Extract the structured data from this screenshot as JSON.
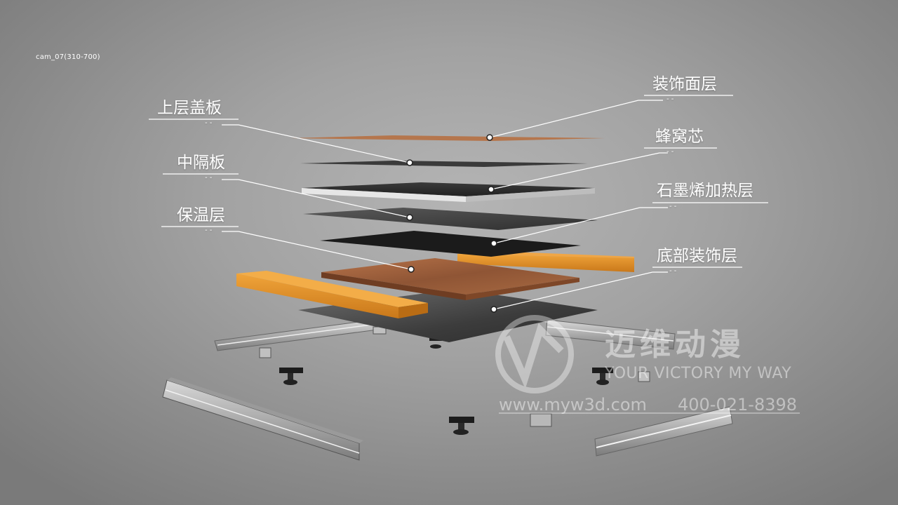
{
  "camera_tag": "cam_07(310-700)",
  "labels_left": [
    {
      "id": "top-cover",
      "text": "上层盖板",
      "dash": "- -"
    },
    {
      "id": "mid-board",
      "text": "中隔板",
      "dash": "- -"
    },
    {
      "id": "insulation",
      "text": "保温层",
      "dash": "- -"
    }
  ],
  "labels_right": [
    {
      "id": "deco-surface",
      "text": "装饰面层",
      "dash": "- -"
    },
    {
      "id": "honeycomb",
      "text": "蜂窝芯",
      "dash": "- -"
    },
    {
      "id": "graphene-heat",
      "text": "石墨烯加热层",
      "dash": "- -"
    },
    {
      "id": "bottom-deco",
      "text": "底部装饰层",
      "dash": "- -"
    }
  ],
  "watermark": {
    "title": "迈维动漫",
    "slogan": "YOUR VICTORY  MY WAY",
    "url": "www.myw3d.com",
    "phone": "400-021-8398"
  },
  "colors": {
    "background": "#a0a0a0",
    "leader_line": "#ffffff",
    "beam_orange": "#d9891f",
    "wood_layer": "#a0603a",
    "rail_aluminium": "#b8b8b8"
  }
}
